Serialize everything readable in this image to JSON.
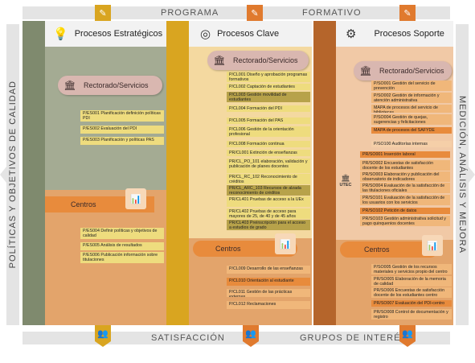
{
  "banners": {
    "top_left": "PROGRAMA",
    "top_right": "FORMATIVO",
    "bottom_left": "SATISFACCIÓN",
    "bottom_right": "GRUPOS DE INTERÉS",
    "left": "POLÍTICAS Y OBJETIVOS DE CALIDAD",
    "right": "MEDICIÓN, ANÁLISIS Y MEJORA"
  },
  "columns": {
    "estrategicos": {
      "title": "Procesos Estratégicos",
      "rectorado": "Rectorado/Servicios",
      "rect_items": [
        "P/ES001 Planificación definición políticas PDI",
        "P/ES002  Evaluación del PDI",
        "P/ES003 Planificación y políticas PAS"
      ],
      "centros": "Centros",
      "centro_items": [
        "P/ES004 Definir políticas y objetivos de calidad",
        "P/ES005 Análisis de resultados",
        "P/ES006 Publicación información sobre titulaciones"
      ]
    },
    "clave": {
      "title": "Procesos Clave",
      "rectorado": "Rectorado/Servicios",
      "rect_items": [
        "P/CL001 Diseño y aprobación programas formativos",
        "P/CL002 Captación de estudiantes",
        "P/CL003 Gestión movilidad de estudiantes",
        "P/CL004 Formación del PDI",
        "P/CL005 Formación del PAS",
        "P/CL006 Gestión de la orientación profesional",
        "P/CL008 Formación continua",
        "PR/CL001 Extinción de enseñanzas",
        "PR/CL_PO_101 elaboración, validación y publicación de planes docentes",
        "PR/CL_RC_102 Reconocimiento de créditos",
        "PR/CL_ARC_103 Recursos de alzada reconocimiento de créditos",
        "PR/CL401 Pruebas de acceso a la UEx",
        "PR/CL402 Pruebas de acceso para mayores de 25, de 40 y de 45 años",
        "PR/CL403 Preinscripción para el acceso a estudios de grado"
      ],
      "centros": "Centros",
      "centro_items": [
        "P/CL009 Desarrollo de las enseñanzas",
        "P/CL010  Orientación al estudiante",
        "P/CL011 Gestión de las prácticas externas",
        "P/CL012 Reclamaciones"
      ]
    },
    "soporte": {
      "title": "Procesos Soporte",
      "rectorado": "Rectorado/Servicios",
      "rect_items": [
        "P/SO001 Gestión del servicio de prevención",
        "P/SO002 Gestión de información y atención administrativa",
        "MAPA de procesos del servicio de bibliotecas",
        "P/SO004 Gestión de quejas, sugerencias y felicitaciones",
        "MAPA de procesos del SAFYDE",
        "P/SO100 Auditorías internas",
        "PR/SO001 Inserción laboral",
        "PR/SO002 Encuestas de satisfacción docente de los estudiantes",
        "PR/SO003 Elaboración y publicación del observatorio de indicadores",
        "PR/SO004 Evaluación de la satisfacción de las titulaciones oficiales",
        "PR/SO101 Evaluación de la satisfacción de los usuarios con los servicios",
        "PR/SO102 Petición de datos",
        "PR/SO103 Gestión administrativa solicitud y pago quinquenios docentes"
      ],
      "utec": "UTEC",
      "centros": "Centros",
      "centro_items": [
        "P/SO005 Gestión de los recursos materiales y servicios propio del centro",
        "PR/SO005 Elaboración de la memoria de calidad",
        "PR/SO006 Encuestas de satisfacción docente de los estudiantes centro",
        "PR/SO007 Evaluación del PDI-centro",
        "PR/SO008 Control de documentación y registro"
      ]
    }
  },
  "icons": {
    "top_badges": "document-edit-icon",
    "bottom_badges": "people-icon",
    "estrategicos": "lightbulb-icon",
    "clave": "target-icon",
    "soporte": "gear-icon",
    "rectorado": "building-icon",
    "centros": "presentation-icon"
  },
  "colors": {
    "estrategicos_bg": "#9aa48a",
    "clave_bar": "#d9a520",
    "soporte_bar": "#b5652b",
    "accent_orange": "#e07a2e",
    "pill_pink": "#d9b7b0",
    "item_yellow": "#eedc7e",
    "item_orange": "#f0b77a"
  }
}
